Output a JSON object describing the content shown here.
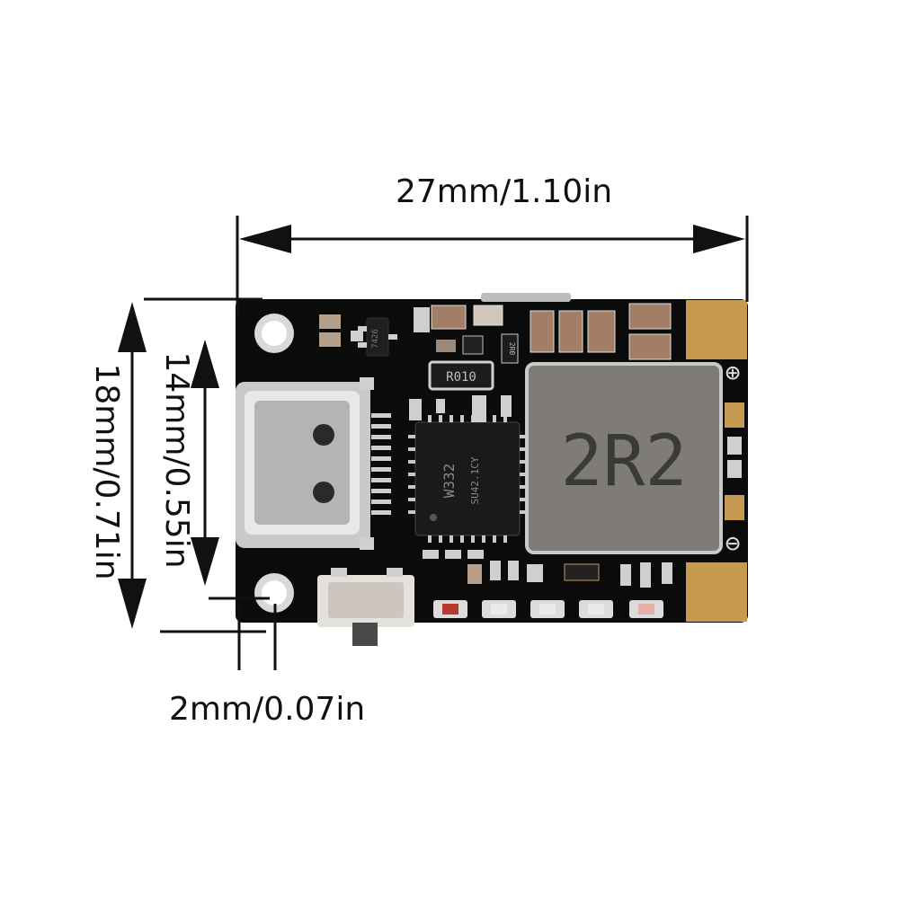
{
  "dimensions": {
    "width": "27mm/1.10in",
    "height_outer": "18mm/0.71in",
    "height_inner": "14mm/0.55in",
    "gap": "2mm/0.07in"
  },
  "board": {
    "inductor_marking": "2R2",
    "ic_marking_line1": "W332",
    "ic_marking_line2": "SU42.1CY",
    "resistor_marking": "R010",
    "small_resistor_marking": "2R0",
    "transistor_marking": "7426",
    "pad_plus_symbol": "⊕",
    "pad_minus_symbol": "⊖"
  },
  "colors": {
    "pcb": "#0b0b0c",
    "gold_pad": "#c79a52",
    "inductor": "#7f7c78",
    "usb_metal": "#c9c9c9"
  }
}
